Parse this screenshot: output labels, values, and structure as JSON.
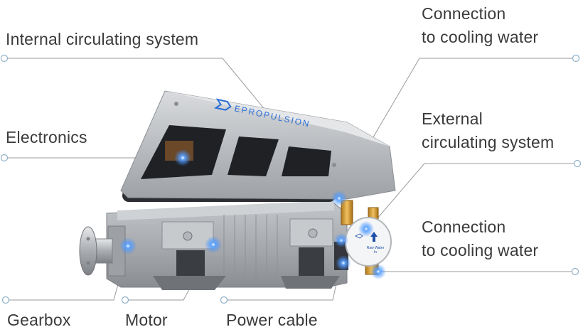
{
  "product": {
    "brand_text": "EPROPULSION",
    "badge_line1": "Raw Water",
    "badge_line2": "In"
  },
  "callouts": {
    "internal_circulating": "Internal circulating system",
    "connection_top_line1": "Connection",
    "connection_top_line2": "to cooling water",
    "electronics": "Electronics",
    "external_line1": "External",
    "external_line2": "circulating system",
    "connection_bottom_line1": "Connection",
    "connection_bottom_line2": "to cooling water",
    "gearbox": "Gearbox",
    "motor": "Motor",
    "power_cable": "Power cable"
  },
  "colors": {
    "label_text": "#3a3a3a",
    "leader_line": "#9a9a9a",
    "endpoint_circle": "#8fb0c8",
    "hotspot_glow": "#3d8cff",
    "brand_blue": "#2b6ed6",
    "housing_gray": "#b9bcc0"
  }
}
